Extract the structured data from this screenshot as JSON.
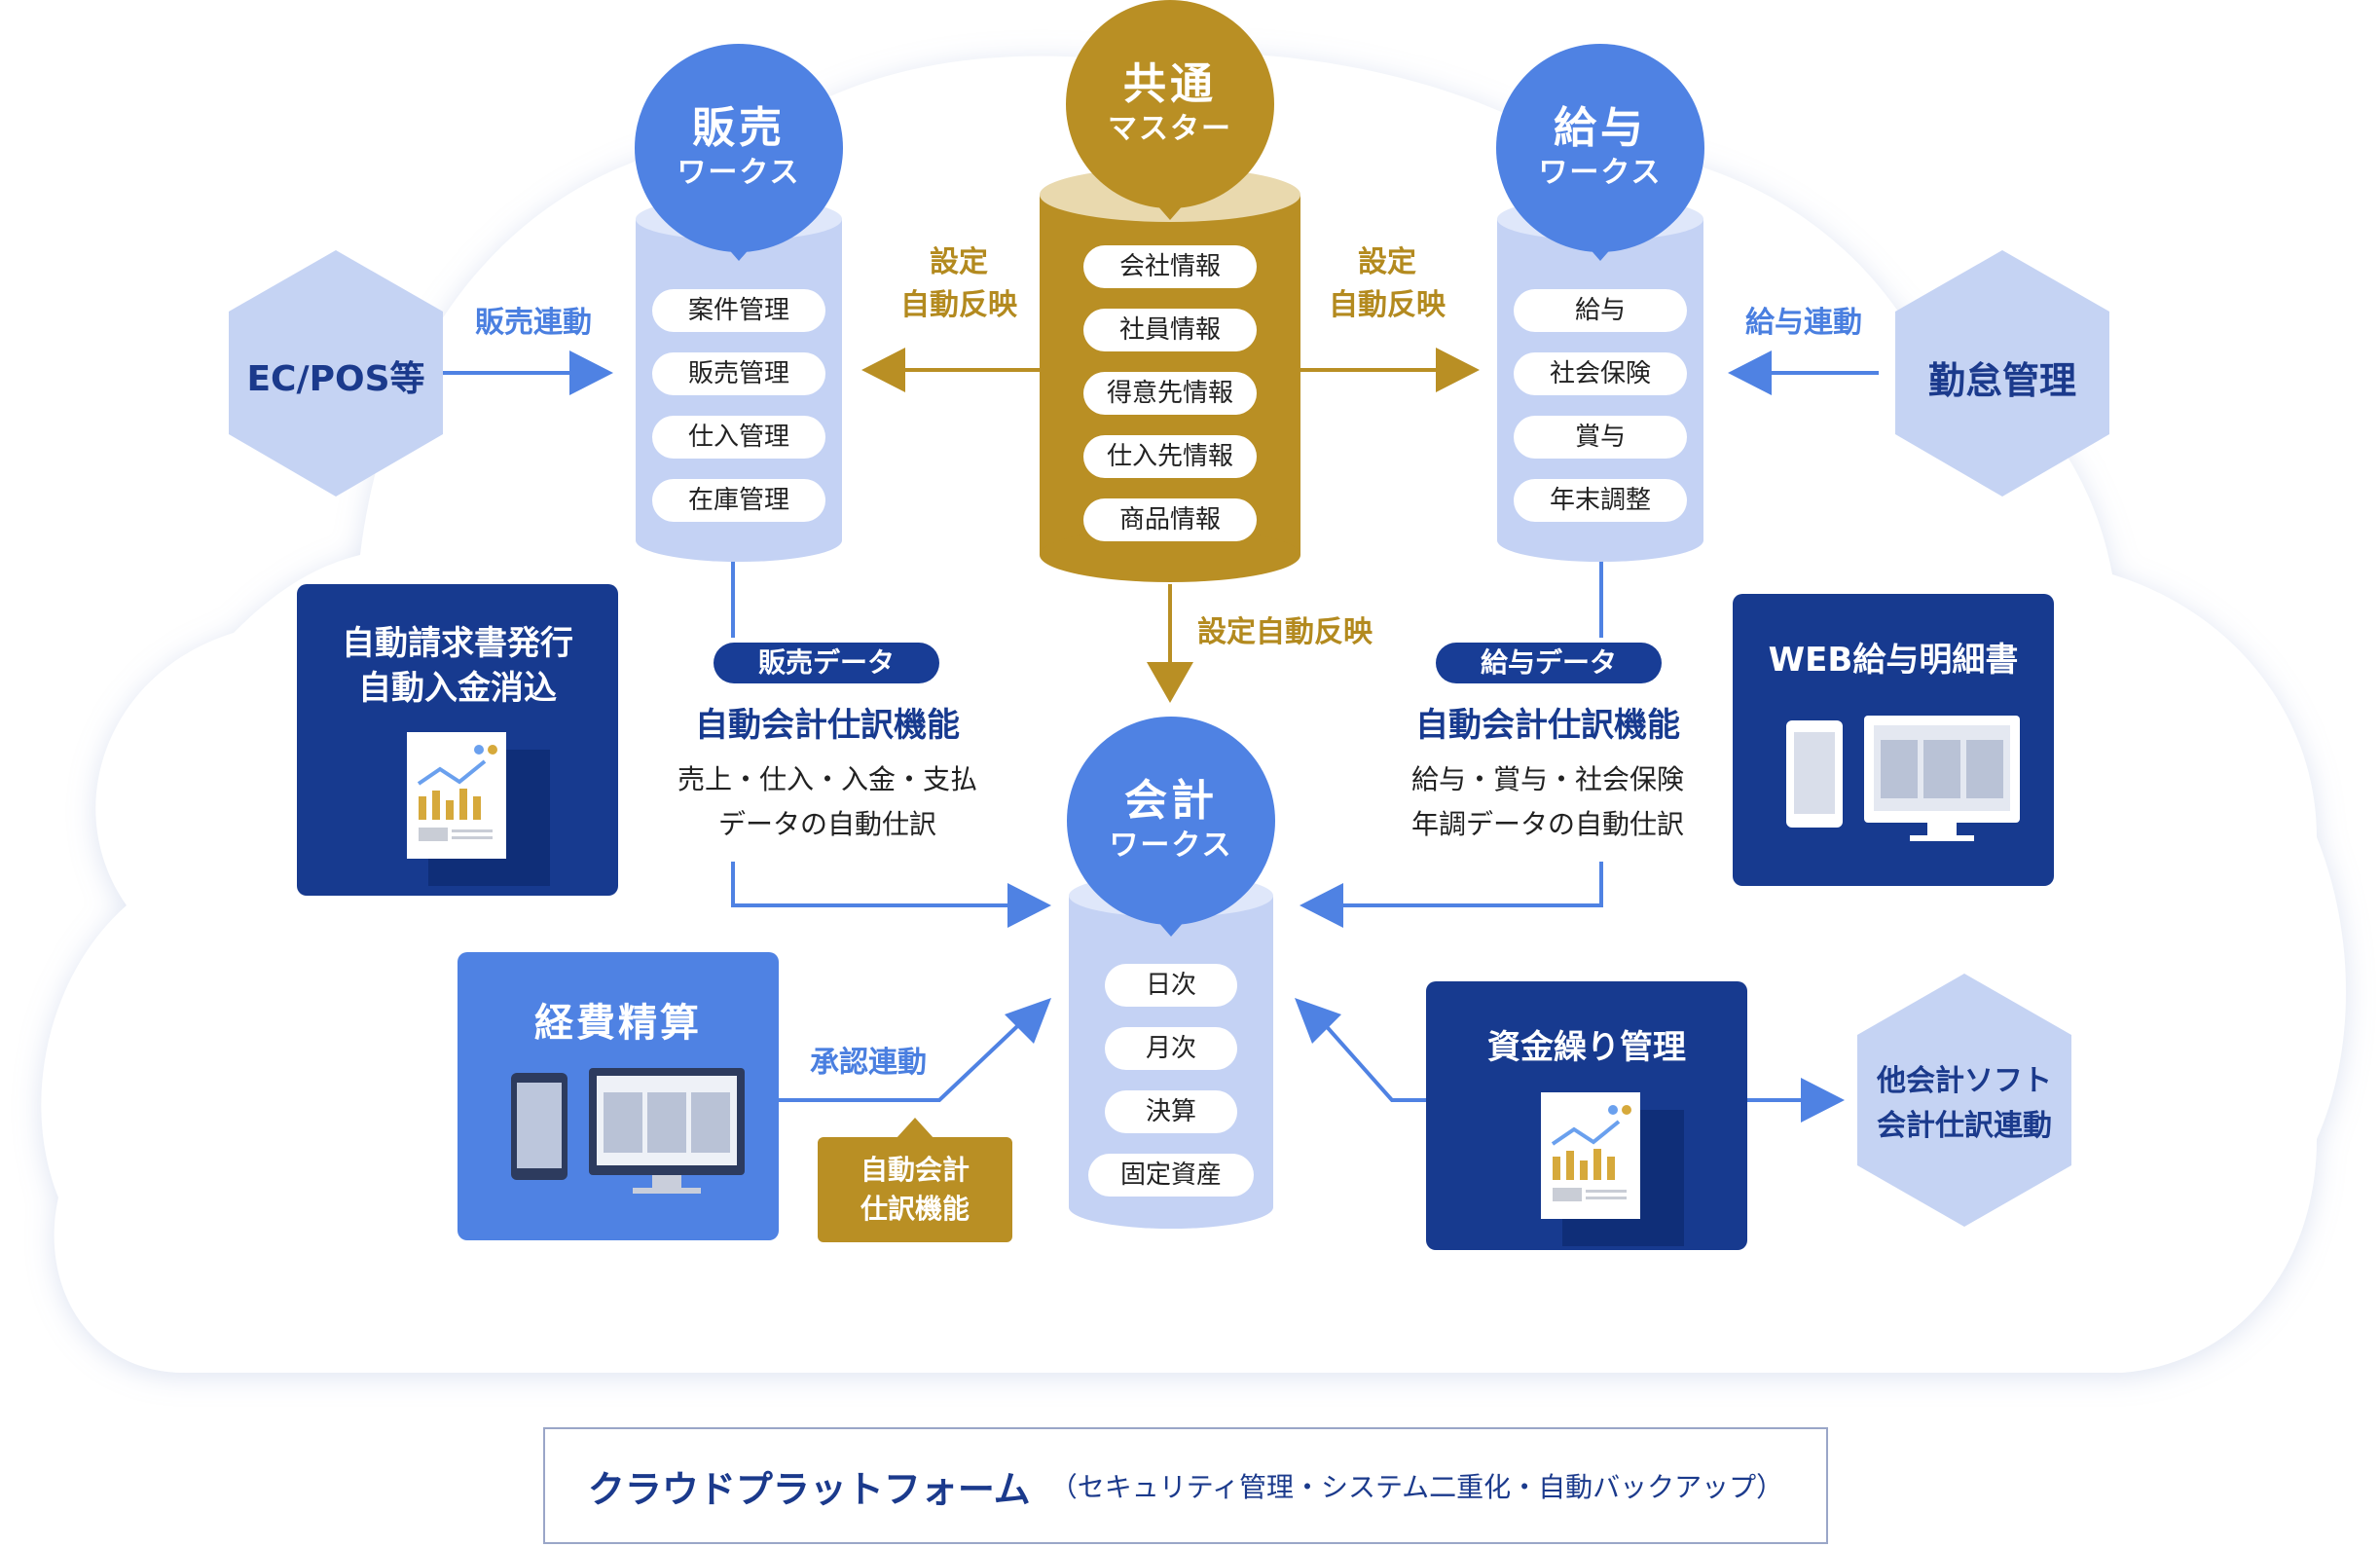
{
  "colors": {
    "blue_circle": "#4f82e3",
    "gold": "#b98f24",
    "cylinder_light": "#c4d2f4",
    "dark_navy": "#173a8f",
    "mid_blue": "#4f82e3",
    "hex_light": "#c5d3f3"
  },
  "sales": {
    "title": "販売",
    "subtitle": "ワークス",
    "items": [
      "案件管理",
      "販売管理",
      "仕入管理",
      "在庫管理"
    ]
  },
  "master": {
    "title": "共通",
    "subtitle": "マスター",
    "items": [
      "会社情報",
      "社員情報",
      "得意先情報",
      "仕入先情報",
      "商品情報"
    ]
  },
  "payroll": {
    "title": "給与",
    "subtitle": "ワークス",
    "items": [
      "給与",
      "社会保険",
      "賞与",
      "年末調整"
    ]
  },
  "accounting": {
    "title": "会計",
    "subtitle": "ワークス",
    "items": [
      "日次",
      "月次",
      "決算",
      "固定資産"
    ]
  },
  "links": {
    "settings_reflect_left": [
      "設定",
      "自動反映"
    ],
    "settings_reflect_right": [
      "設定",
      "自動反映"
    ],
    "settings_reflect_down": "設定自動反映",
    "sales_link": "販売連動",
    "payroll_link": "給与連動",
    "approval_link": "承認連動"
  },
  "external": {
    "ec_pos": "EC/POS等",
    "attendance": "勤怠管理",
    "other_software": [
      "他会計ソフト",
      "会計仕訳連動"
    ]
  },
  "sales_data": {
    "tag": "販売データ",
    "heading": "自動会計仕訳機能",
    "desc": [
      "売上・仕入・入金・支払",
      "データの自動仕訳"
    ]
  },
  "payroll_data": {
    "tag": "給与データ",
    "heading": "自動会計仕訳機能",
    "desc": [
      "給与・賞与・社会保険",
      "年調データの自動仕訳"
    ]
  },
  "panels": {
    "invoice": [
      "自動請求書発行",
      "自動入金消込"
    ],
    "web_payslip": "WEB給与明細書",
    "expense": "経費精算",
    "expense_auto": [
      "自動会計",
      "仕訳機能"
    ],
    "cashflow": "資金繰り管理"
  },
  "footer": {
    "main": "クラウドプラットフォーム",
    "sub": "（セキュリティ管理・システム二重化・自動バックアップ）"
  }
}
